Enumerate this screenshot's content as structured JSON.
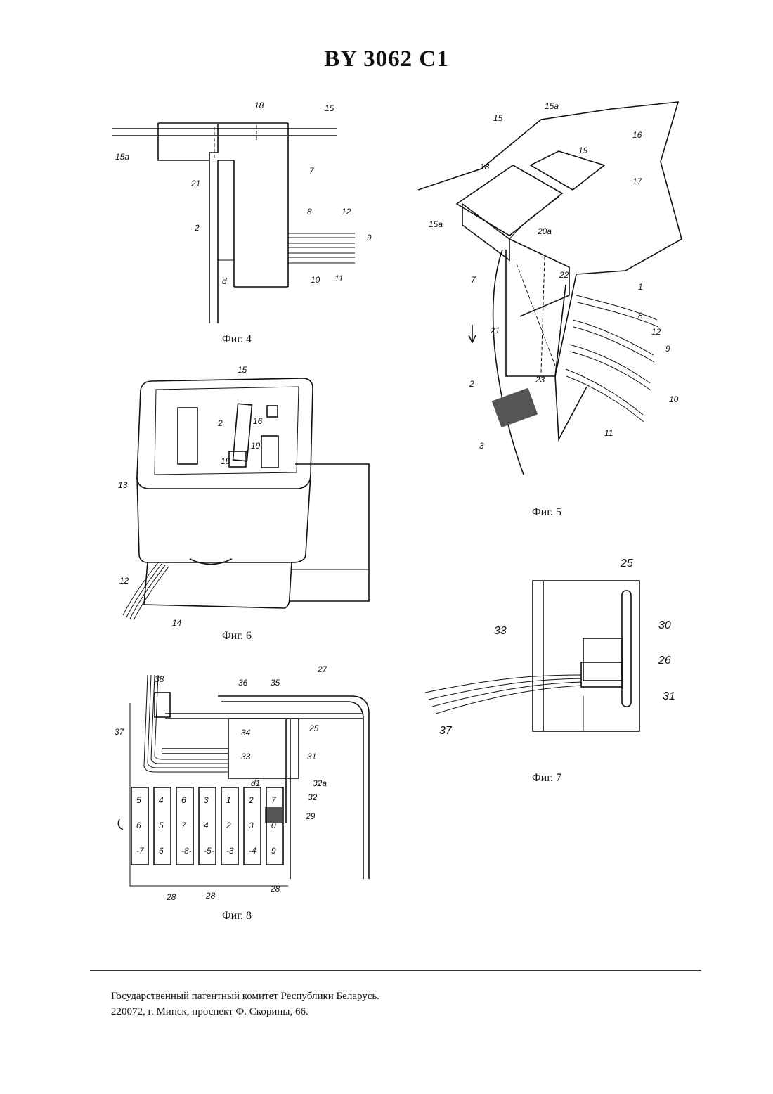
{
  "header": {
    "doc_number": "BY 3062 C1"
  },
  "figures": {
    "fig4": {
      "caption": "Фиг. 4",
      "labels": [
        "18",
        "15",
        "15a",
        "21",
        "7",
        "2",
        "8",
        "12",
        "9",
        "d",
        "10",
        "11"
      ]
    },
    "fig5": {
      "caption": "Фиг. 5",
      "labels": [
        "15a",
        "15",
        "19",
        "16",
        "18",
        "17",
        "15a",
        "20a",
        "7",
        "22",
        "1",
        "8",
        "12",
        "21",
        "9",
        "2",
        "23",
        "10",
        "3",
        "11"
      ]
    },
    "fig6": {
      "caption": "Фиг. 6",
      "labels": [
        "15",
        "2",
        "16",
        "19",
        "18",
        "13",
        "12",
        "14"
      ]
    },
    "fig7": {
      "caption": "Фиг. 7",
      "labels": [
        "25",
        "33",
        "30",
        "26",
        "31",
        "37"
      ]
    },
    "fig8": {
      "caption": "Фиг. 8",
      "labels": [
        "27",
        "38",
        "36",
        "35",
        "37",
        "34",
        "25",
        "33",
        "31",
        "d1",
        "32a",
        "32",
        "29",
        "28",
        "28",
        "28"
      ],
      "counter_digits": [
        [
          "5",
          "6",
          "-7"
        ],
        [
          "4",
          "5",
          "6"
        ],
        [
          "6",
          "7",
          "-8-"
        ],
        [
          "3",
          "4",
          "-5-"
        ],
        [
          "1",
          "2",
          "-3"
        ],
        [
          "2",
          "3",
          "-4"
        ],
        [
          "7",
          "0",
          "9"
        ]
      ]
    }
  },
  "footer": {
    "line1": "Государственный патентный комитет Республики Беларусь.",
    "line2": "220072, г. Минск, проспект Ф. Скорины, 66."
  }
}
